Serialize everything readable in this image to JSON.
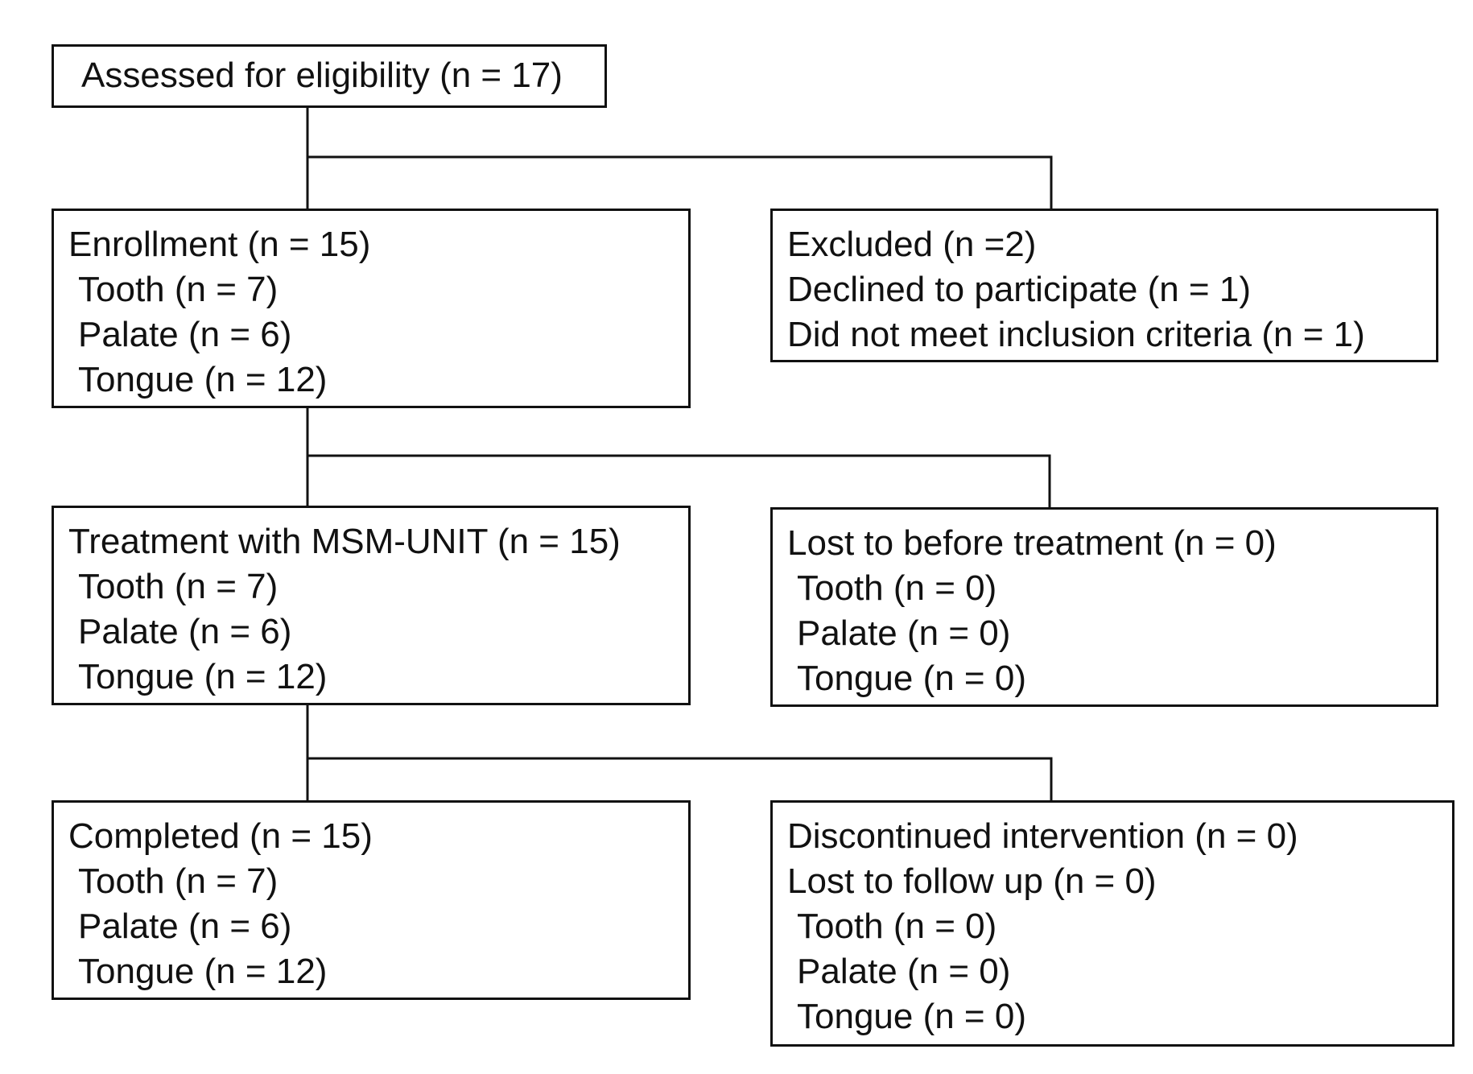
{
  "assessed": {
    "title": "Assessed for eligibility (n = 17)"
  },
  "enrollment": {
    "title": "Enrollment (n = 15)",
    "items": [
      "Tooth (n = 7)",
      "Palate (n = 6)",
      "Tongue (n = 12)"
    ]
  },
  "excluded": {
    "title": "Excluded (n =2)",
    "items": [
      "Declined to participate (n = 1)",
      "Did not meet inclusion criteria (n = 1)"
    ]
  },
  "treatment": {
    "title": "Treatment with MSM-UNIT (n = 15)",
    "items": [
      "Tooth (n = 7)",
      "Palate (n = 6)",
      "Tongue (n = 12)"
    ]
  },
  "lost_before": {
    "title": "Lost to before treatment (n = 0)",
    "items": [
      "Tooth (n = 0)",
      "Palate (n = 0)",
      "Tongue (n = 0)"
    ]
  },
  "completed": {
    "title": "Completed (n = 15)",
    "items": [
      "Tooth (n = 7)",
      "Palate (n = 6)",
      "Tongue (n = 12)"
    ]
  },
  "discontinued": {
    "title": "Discontinued intervention (n = 0)",
    "subtitle": "Lost to follow up (n = 0)",
    "items": [
      "Tooth (n = 0)",
      "Palate (n = 0)",
      "Tongue (n = 0)"
    ]
  }
}
